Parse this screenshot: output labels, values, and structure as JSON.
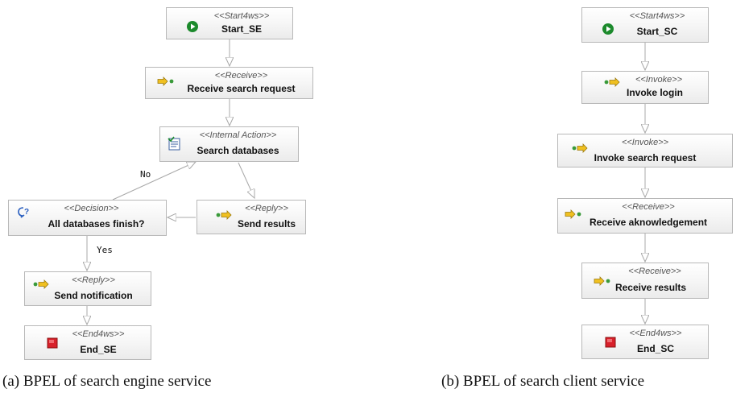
{
  "diagram_a": {
    "caption": "(a) BPEL of search engine service",
    "nodes": {
      "start": {
        "stereotype": "<<Start4ws>>",
        "name": "Start_SE",
        "icon": "start-icon"
      },
      "receive": {
        "stereotype": "<<Receive>>",
        "name": "Receive search request",
        "icon": "receive-arrow-icon"
      },
      "search": {
        "stereotype": "<<Internal Action>>",
        "name": "Search databases",
        "icon": "internal-action-icon"
      },
      "decision": {
        "stereotype": "<<Decision>>",
        "name": "All databases finish?",
        "icon": "decision-icon"
      },
      "reply1": {
        "stereotype": "<<Reply>>",
        "name": "Send results",
        "icon": "reply-arrow-icon"
      },
      "reply2": {
        "stereotype": "<<Reply>>",
        "name": "Send notification",
        "icon": "reply-arrow-icon"
      },
      "end": {
        "stereotype": "<<End4ws>>",
        "name": "End_SE",
        "icon": "end-icon"
      }
    },
    "edge_labels": {
      "no": "No",
      "yes": "Yes"
    }
  },
  "diagram_b": {
    "caption": "(b) BPEL of search client service",
    "nodes": {
      "start": {
        "stereotype": "<<Start4ws>>",
        "name": "Start_SC",
        "icon": "start-icon"
      },
      "invoke1": {
        "stereotype": "<<Invoke>>",
        "name": "Invoke login",
        "icon": "invoke-arrow-icon"
      },
      "invoke2": {
        "stereotype": "<<Invoke>>",
        "name": "Invoke search request",
        "icon": "invoke-arrow-icon"
      },
      "receive1": {
        "stereotype": "<<Receive>>",
        "name": "Receive aknowledgement",
        "icon": "receive-arrow-icon"
      },
      "receive2": {
        "stereotype": "<<Receive>>",
        "name": "Receive results",
        "icon": "receive-arrow-icon"
      },
      "end": {
        "stereotype": "<<End4ws>>",
        "name": "End_SC",
        "icon": "end-icon"
      }
    }
  },
  "colors": {
    "start_green": "#1c8a2c",
    "end_red": "#d8202a",
    "arrow_yellow": "#f0c020",
    "connector_green": "#3a9a3a",
    "decision_blue": "#2a5fc0",
    "edge_gray": "#a8a8a8"
  }
}
